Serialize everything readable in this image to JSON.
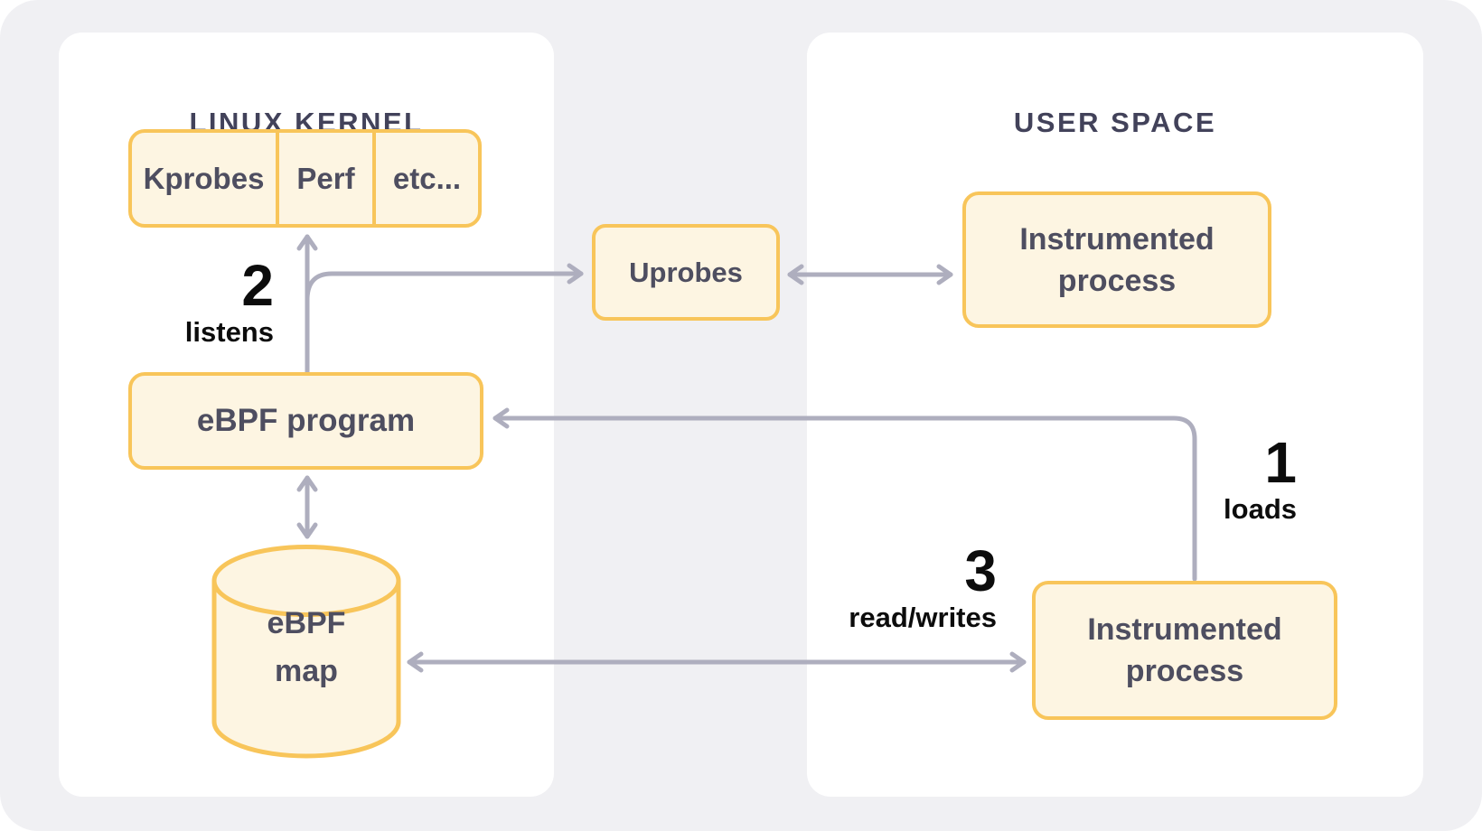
{
  "panels": {
    "kernel": {
      "title": "LINUX KERNEL"
    },
    "user": {
      "title": "USER SPACE"
    }
  },
  "nodes": {
    "probes": {
      "cells": [
        "Kprobes",
        "Perf",
        "etc..."
      ]
    },
    "ebpf_program": {
      "label": "eBPF program"
    },
    "ebpf_map": {
      "label": "eBPF map"
    },
    "uprobes": {
      "label": "Uprobes"
    },
    "instrumented_top": {
      "label": "Instrumented process"
    },
    "instrumented_bottom": {
      "label": "Instrumented process"
    }
  },
  "steps": {
    "step1": {
      "number": "1",
      "caption": "loads"
    },
    "step2": {
      "number": "2",
      "caption": "listens"
    },
    "step3": {
      "number": "3",
      "caption": "read/writes"
    }
  },
  "colors": {
    "background": "#F0F0F3",
    "panel": "#FFFFFF",
    "node_border": "#F8C55A",
    "node_fill": "#FDF5E2",
    "node_text": "#4E4E60",
    "panel_title": "#42425A",
    "arrow": "#AEAEBE",
    "step_text": "#0C0C0C"
  }
}
